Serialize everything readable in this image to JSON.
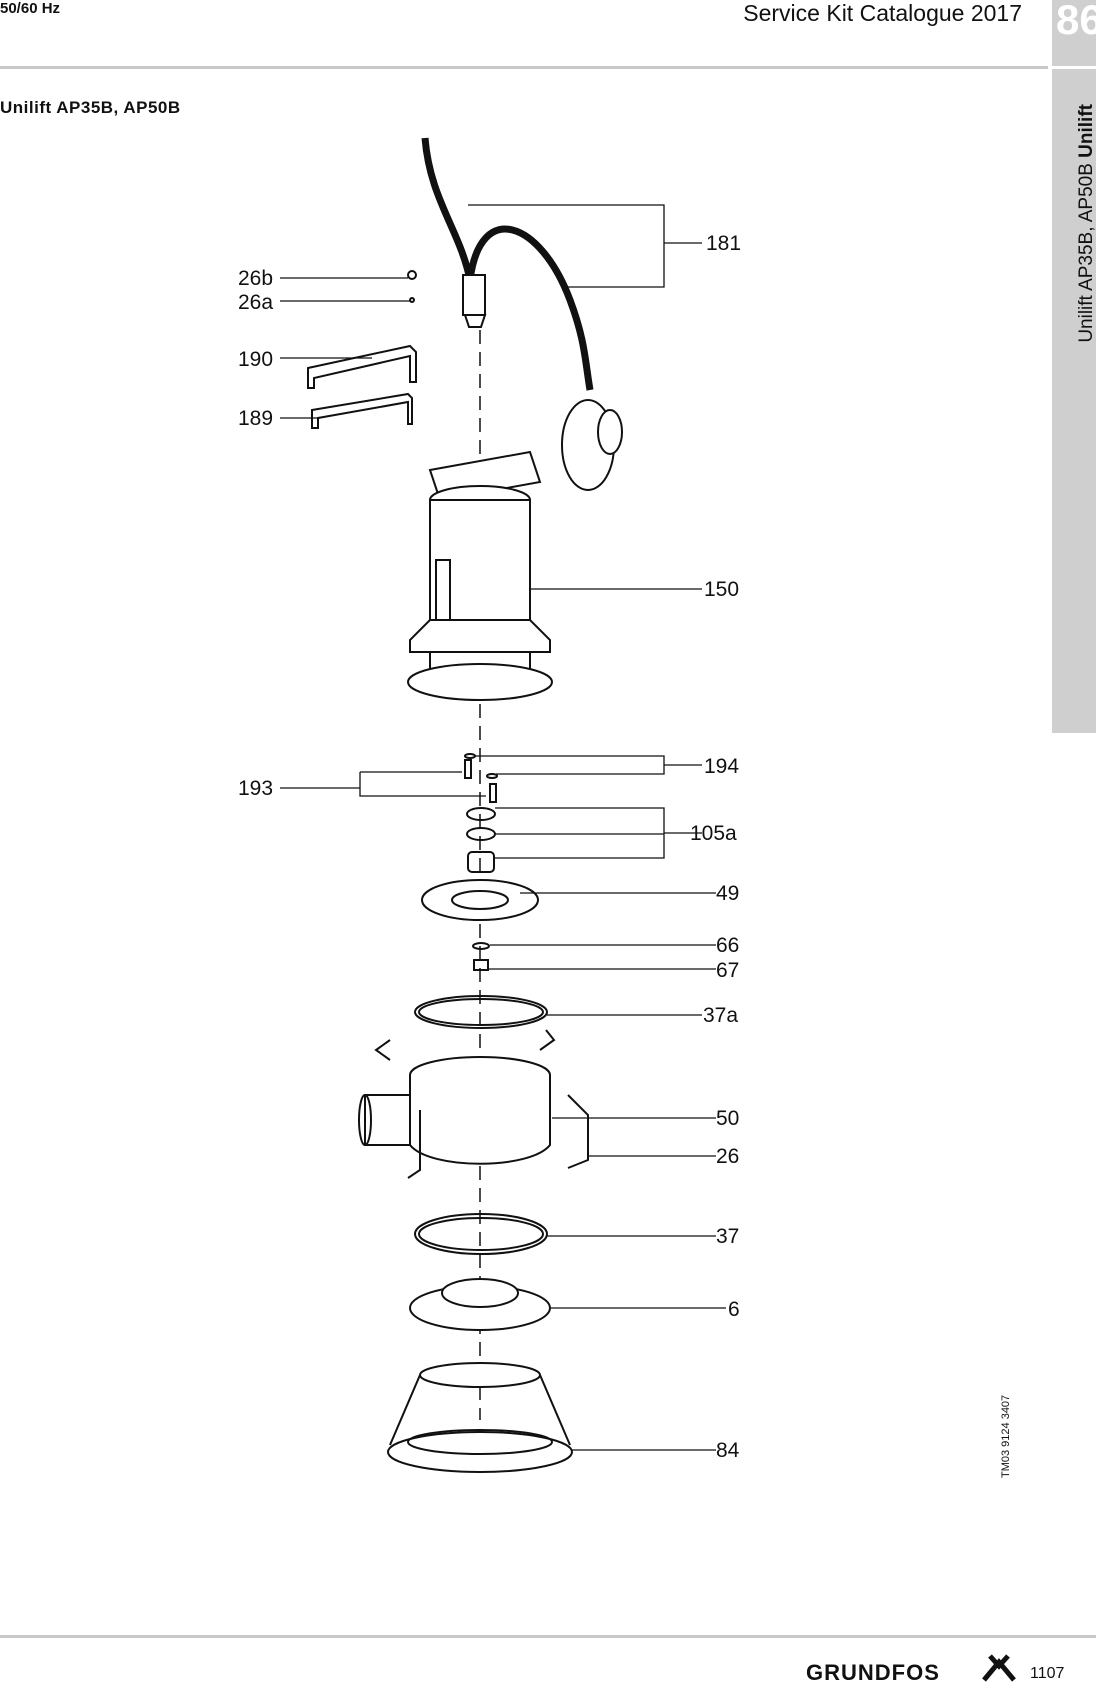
{
  "header": {
    "frequency": "50/60 Hz",
    "catalogue_title": "Service Kit Catalogue 2017"
  },
  "side_tab": {
    "number": "86",
    "text_model": "Unilift AP35B, AP50B",
    "text_brand": "Unilift"
  },
  "section_title": "Unilift AP35B, AP50B",
  "callouts": {
    "c181": "181",
    "c26b": "26b",
    "c26a": "26a",
    "c190": "190",
    "c189": "189",
    "c150": "150",
    "c194": "194",
    "c193": "193",
    "c105a": "105a",
    "c49": "49",
    "c66": "66",
    "c67": "67",
    "c37a": "37a",
    "c50": "50",
    "c26": "26",
    "c37": "37",
    "c6": "6",
    "c84": "84"
  },
  "drawing_number": "TM03 9124 3407",
  "footer": {
    "brand": "GRUNDFOS",
    "page_number": "1107"
  }
}
